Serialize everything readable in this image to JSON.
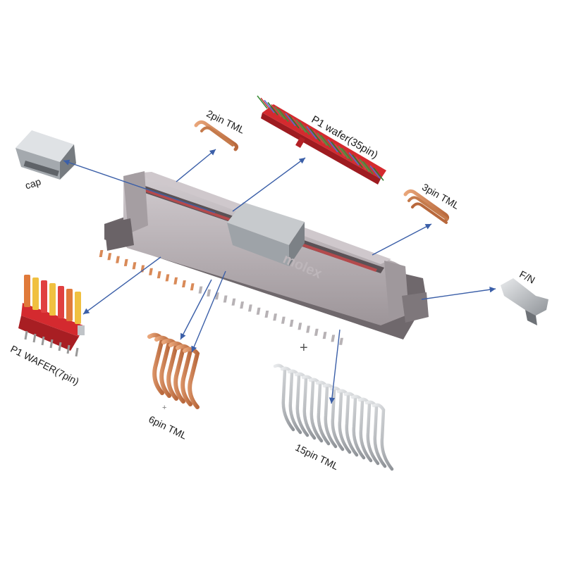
{
  "labels": {
    "cap": "cap",
    "tml_2pin": "2pin TML",
    "p1_wafer_35": "P1 wafer(35pin)",
    "tml_3pin": "3pin TML",
    "fn": "F/N",
    "p1_wafer_7": "P1 WAFER(7pin)",
    "tml_6pin": "6pin TML",
    "tml_15pin": "15pin TML",
    "brand": "molex"
  },
  "colors": {
    "arrow": "#3b5fa8",
    "housing": "#b9b3b7",
    "housing_dark": "#8d8589",
    "metal": "#c7c9cc",
    "copper": "#d98a58",
    "wafer_red": "#d42a2f"
  }
}
